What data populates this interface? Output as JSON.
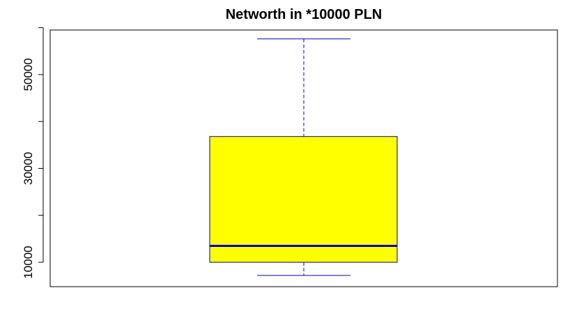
{
  "chart_data": {
    "type": "boxplot",
    "title": "Networth in *10000 PLN",
    "xlabel": "",
    "ylabel": "",
    "ylim": [
      4800,
      59500
    ],
    "y_ticks": [
      10000,
      20000,
      30000,
      40000,
      50000,
      60000
    ],
    "y_tick_labels": [
      "10000",
      "",
      "30000",
      "",
      "50000",
      ""
    ],
    "grid": false,
    "legend": "none",
    "box": {
      "whisker_low": 7200,
      "q1": 10000,
      "median": 13500,
      "q3": 36800,
      "whisker_high": 57600
    },
    "colors": {
      "box_fill": "#ffff00",
      "box_border": "#000080",
      "median": "#0000cc",
      "whisker": "#0000cc"
    }
  }
}
